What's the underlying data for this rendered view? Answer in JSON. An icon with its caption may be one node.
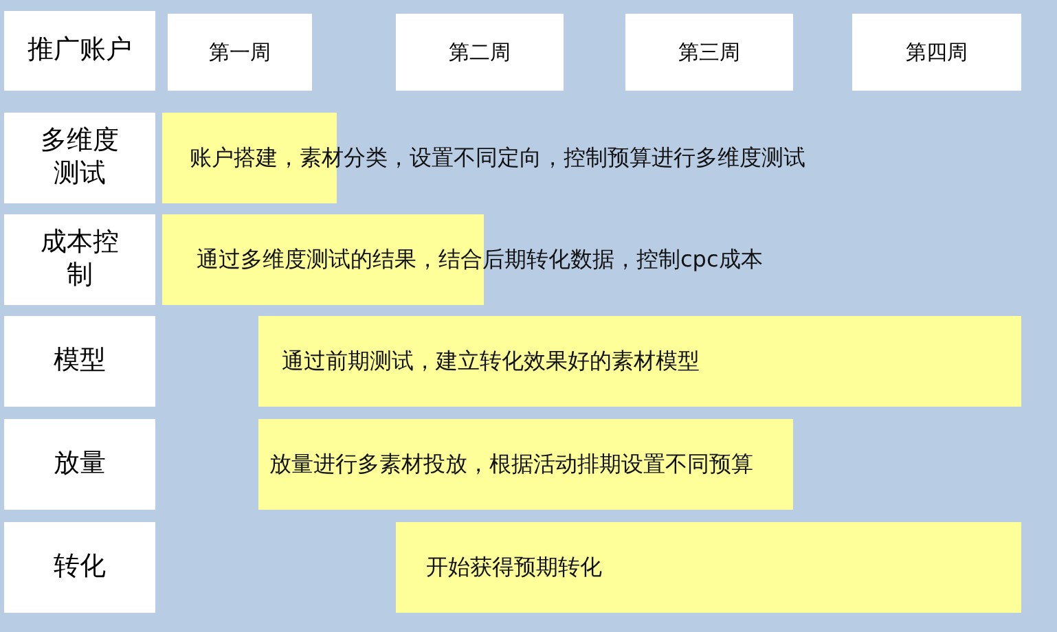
{
  "diagram": {
    "nodes": [
      {
        "text": [
          "推广账户"
        ]
      },
      {
        "text": [
          "第一周"
        ]
      },
      {
        "text": [
          "第二周"
        ]
      },
      {
        "text": [
          "第三周"
        ]
      },
      {
        "text": [
          "第四周"
        ]
      },
      {
        "text": [
          "多维度测试"
        ]
      },
      {
        "text": [
          "账户搭建，素材分类，设置不同定向，控制预算进行多维度测试"
        ]
      },
      {
        "text": [
          "成本控制"
        ]
      },
      {
        "text": [
          "通过多维度测试的结果，结合后期转化数据，控制cpc成本"
        ]
      },
      {
        "text": [
          "模型"
        ]
      },
      {
        "text": [
          "通过前期测试，建立转化效果好的素材模型"
        ]
      },
      {
        "text": [
          "放量"
        ]
      },
      {
        "text": [
          "放量进行多素材投放，根据活动排期设置不同预算"
        ]
      },
      {
        "text": [
          "转化"
        ]
      },
      {
        "text": [
          "开始获得预期转化"
        ]
      }
    ]
  }
}
